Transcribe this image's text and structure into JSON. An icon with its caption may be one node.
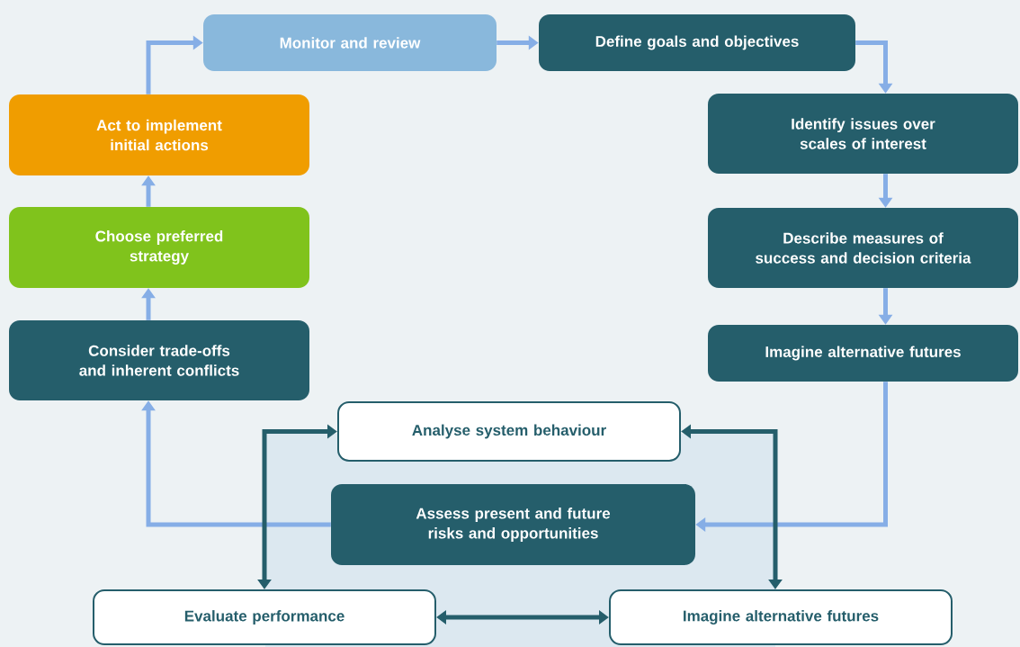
{
  "diagram": {
    "nodes": [
      {
        "text": [
          "Monitor and review"
        ]
      },
      {
        "text": [
          "Define goals and objectives"
        ]
      },
      {
        "text": [
          "Identify issues over scales of interest"
        ]
      },
      {
        "text": [
          "Describe measures of success and decision criteria"
        ]
      },
      {
        "text": [
          "Imagine alternative futures"
        ]
      },
      {
        "text": [
          "Assess present and future risks and opportunities"
        ]
      },
      {
        "text": [
          "Consider trade-offs and inherent conflicts"
        ]
      },
      {
        "text": [
          "Choose preferred strategy"
        ]
      },
      {
        "text": [
          "Act to implement initial actions"
        ]
      },
      {
        "text": [
          "Analyse system behaviour"
        ]
      },
      {
        "text": [
          "Evaluate performance"
        ]
      },
      {
        "text": [
          "Imagine alternative futures"
        ]
      }
    ],
    "edges": [
      {
        "from": 0,
        "to": 1,
        "arrow": "to"
      },
      {
        "from": 1,
        "to": 2,
        "arrow": "to"
      },
      {
        "from": 2,
        "to": 3,
        "arrow": "to"
      },
      {
        "from": 3,
        "to": 4,
        "arrow": "to"
      },
      {
        "from": 4,
        "to": 5,
        "arrow": "to"
      },
      {
        "from": 5,
        "to": 6,
        "arrow": "to"
      },
      {
        "from": 6,
        "to": 7,
        "arrow": "to"
      },
      {
        "from": 7,
        "to": 8,
        "arrow": "to"
      },
      {
        "from": 8,
        "to": 0,
        "arrow": "to"
      },
      {
        "from": 9,
        "to": 10,
        "arrow": "both",
        "color": "#255e6b"
      },
      {
        "from": 9,
        "to": 11,
        "arrow": "both",
        "color": "#255e6b"
      },
      {
        "from": 10,
        "to": 11,
        "arrow": "both",
        "color": "#255e6b"
      }
    ]
  }
}
